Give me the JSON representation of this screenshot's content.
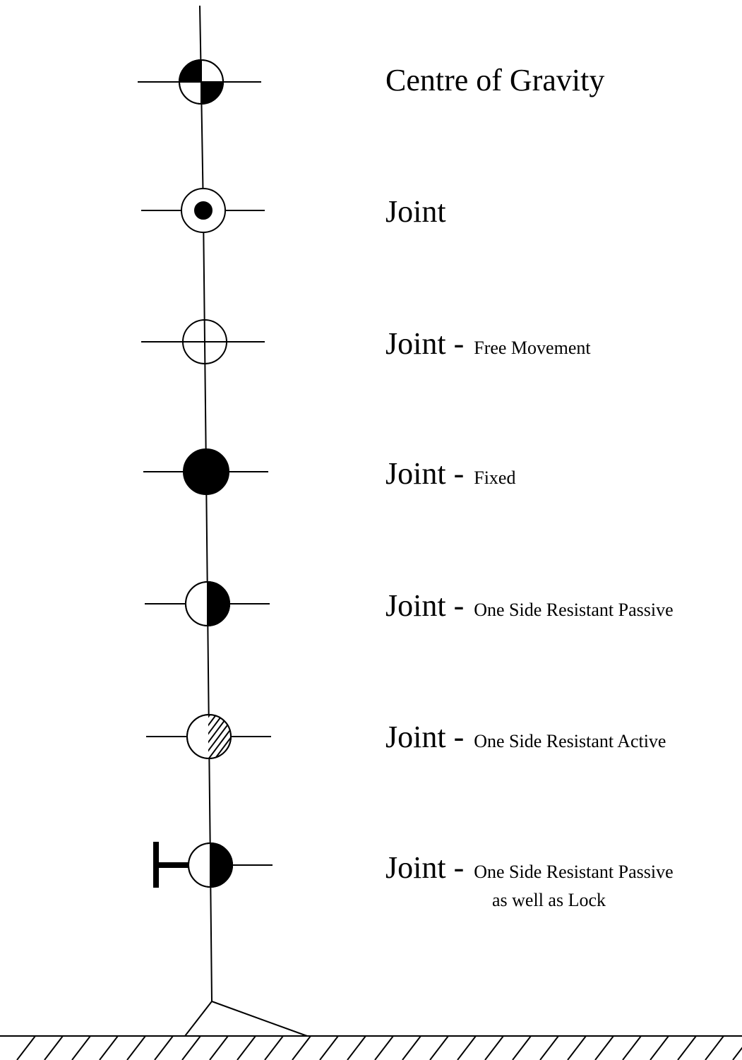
{
  "legend": [
    {
      "symbol": "centre-of-gravity",
      "main": "Centre of Gravity",
      "sub": ""
    },
    {
      "symbol": "joint",
      "main": "Joint",
      "sub": ""
    },
    {
      "symbol": "joint-free-movement",
      "main": "Joint -",
      "sub": "Free Movement"
    },
    {
      "symbol": "joint-fixed",
      "main": "Joint -",
      "sub": "Fixed"
    },
    {
      "symbol": "joint-one-side-resistant-passive",
      "main": "Joint -",
      "sub": "One Side Resistant Passive"
    },
    {
      "symbol": "joint-one-side-resistant-active",
      "main": "Joint -",
      "sub": "One Side Resistant Active"
    },
    {
      "symbol": "joint-one-side-resistant-passive-lock",
      "main": "Joint -",
      "sub": "One Side Resistant Passive",
      "sub2": "as well as Lock"
    }
  ],
  "colors": {
    "ink": "#000000",
    "paper": "#ffffff"
  }
}
